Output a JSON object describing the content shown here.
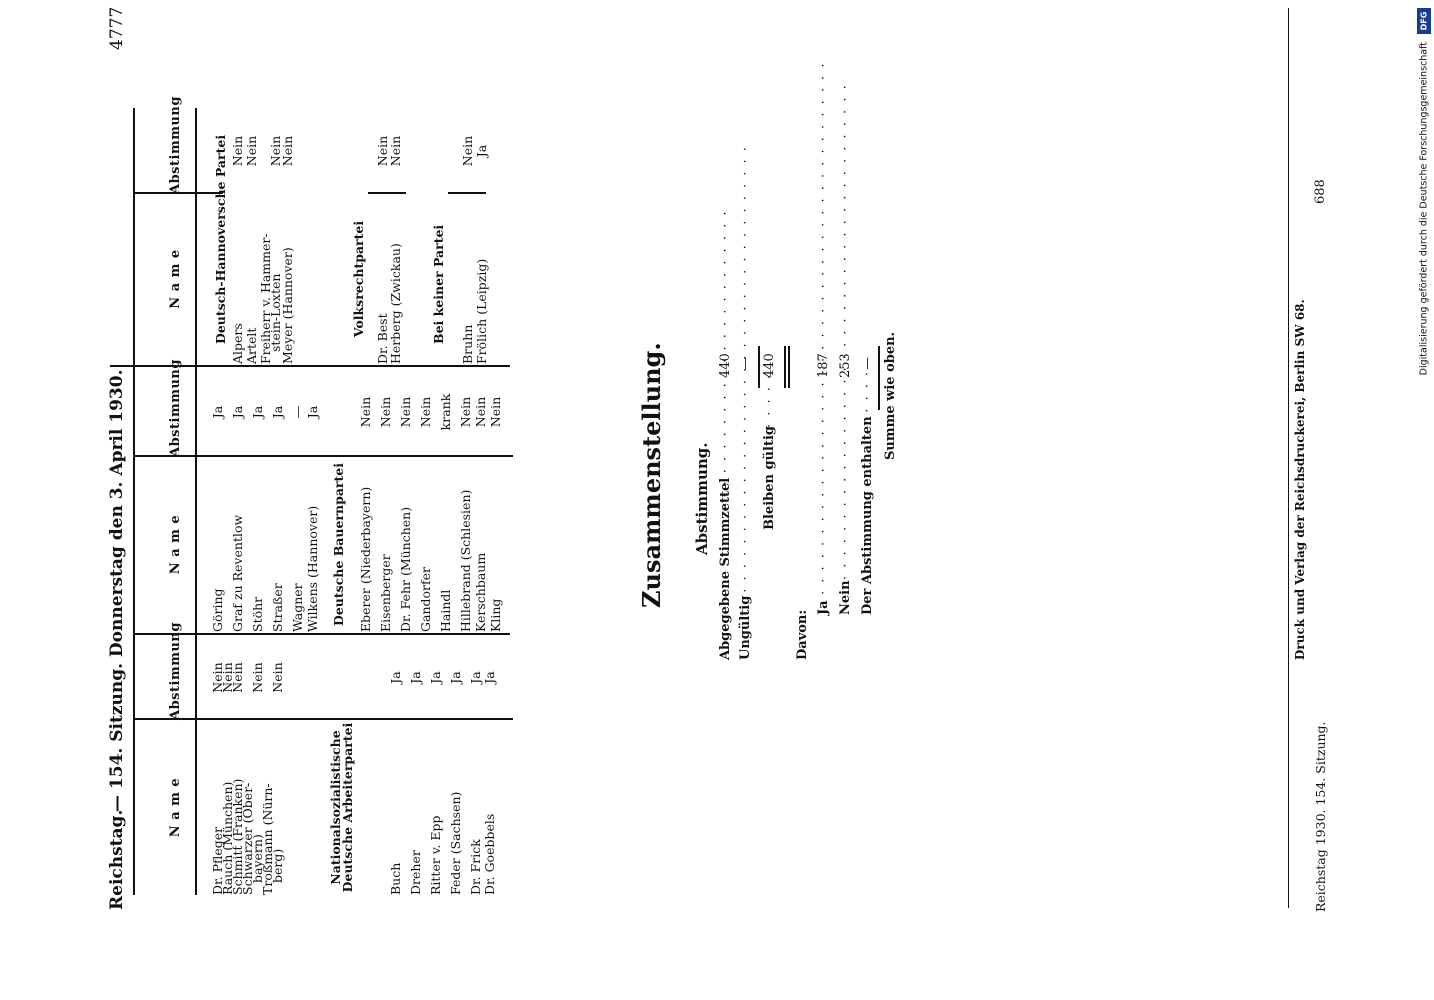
{
  "header": {
    "left": "Reichstag.",
    "center": "—  154. Sitzung.  Donnerstag den 3. April 1930.",
    "page_number": "4777"
  },
  "columns": {
    "name_label": "N a m e",
    "vote_label": "Abstimmung"
  },
  "col1": {
    "rows_top": [
      {
        "name": "Dr. Pfleger",
        "vote": "Nein"
      },
      {
        "name": "Rauch (München)",
        "vote": "Nein"
      },
      {
        "name": "Schmitt (Franken)",
        "vote": "Nein"
      },
      {
        "name": "Schwarzer (Ober-",
        "vote": ""
      },
      {
        "name": "bayern)",
        "vote": "Nein"
      },
      {
        "name": "Troßmann (Nürn-",
        "vote": ""
      },
      {
        "name": "berg)",
        "vote": "Nein"
      }
    ],
    "party_line1": "Nationalsozialistische",
    "party_line2": "Deutsche Arbeiterpartei",
    "rows_bottom": [
      {
        "name": "Buch",
        "vote": "Ja"
      },
      {
        "name": "Dreher",
        "vote": "Ja"
      },
      {
        "name": "Ritter v. Epp",
        "vote": "Ja"
      },
      {
        "name": "Feder (Sachsen)",
        "vote": "Ja"
      },
      {
        "name": "Dr. Frick",
        "vote": "Ja"
      },
      {
        "name": "Dr. Goebbels",
        "vote": "Ja"
      }
    ]
  },
  "col2": {
    "rows_top": [
      {
        "name": "Göring",
        "vote": "Ja"
      },
      {
        "name": "Graf zu Reventlow",
        "vote": "Ja"
      },
      {
        "name": "Stöhr",
        "vote": "Ja"
      },
      {
        "name": "Straßer",
        "vote": "Ja"
      },
      {
        "name": "Wagner",
        "vote": "—"
      },
      {
        "name": "Wilkens (Hannover)",
        "vote": "Ja"
      }
    ],
    "party": "Deutsche Bauernpartei",
    "rows_bottom": [
      {
        "name": "Eberer (Niederbayern)",
        "vote": "Nein"
      },
      {
        "name": "Eisenberger",
        "vote": "Nein"
      },
      {
        "name": "Dr. Fehr (München)",
        "vote": "Nein"
      },
      {
        "name": "Gandorfer",
        "vote": "Nein"
      },
      {
        "name": "Haindl",
        "vote": "krank"
      },
      {
        "name": "Hillebrand (Schlesien)",
        "vote": "Nein"
      },
      {
        "name": "Kerschbaum",
        "vote": "Nein"
      },
      {
        "name": "Kling",
        "vote": "Nein"
      }
    ]
  },
  "col3": {
    "party1": "Deutsch-Hannoversche Partei",
    "rows1": [
      {
        "name": "Alpers",
        "vote": "Nein"
      },
      {
        "name": "Artelt",
        "vote": "Nein"
      },
      {
        "name": "Freiherr v. Hammer-",
        "vote": ""
      },
      {
        "name": "stein-Loxten",
        "vote": "Nein"
      },
      {
        "name": "Meyer (Hannover)",
        "vote": "Nein"
      }
    ],
    "party2": "Volksrechtpartei",
    "rows2": [
      {
        "name": "Dr. Best",
        "vote": "Nein"
      },
      {
        "name": "Herberg (Zwickau)",
        "vote": "Nein"
      }
    ],
    "party3": "Bei keiner Partei",
    "rows3": [
      {
        "name": "Bruhn",
        "vote": "Nein"
      },
      {
        "name": "Frölich (Leipzig)",
        "vote": "Ja"
      }
    ]
  },
  "summary": {
    "title": "Zusammenstellung.",
    "subtitle": "Abstimmung.",
    "abgegebene_label": "Abgegebene Stimmzettel",
    "abgegebene_value": "440",
    "ungueltig_label": "Ungültig",
    "ungueltig_value": "—",
    "bleiben_label": "Bleiben gültig",
    "bleiben_value": "440",
    "davon_label": "Davon:",
    "ja_label": "Ja",
    "ja_value": "187",
    "nein_label": "Nein",
    "nein_value": "253",
    "enthalten_label": "Der Abstimmung enthalten",
    "enthalten_value": "—",
    "summe_label": "Summe wie oben."
  },
  "imprint": "Druck und Verlag der Reichsdruckerei, Berlin SW 68.",
  "footer": {
    "left": "Reichstag 1930.   154. Sitzung.",
    "number": "688"
  },
  "side_credit": {
    "text": "Digitalisierung gefördert durch die Deutsche Forschungsgemeinschaft",
    "logo": "DFG"
  },
  "colors": {
    "ink": "#111111",
    "paper": "#ffffff",
    "dfg_blue": "#1a3b8f"
  }
}
